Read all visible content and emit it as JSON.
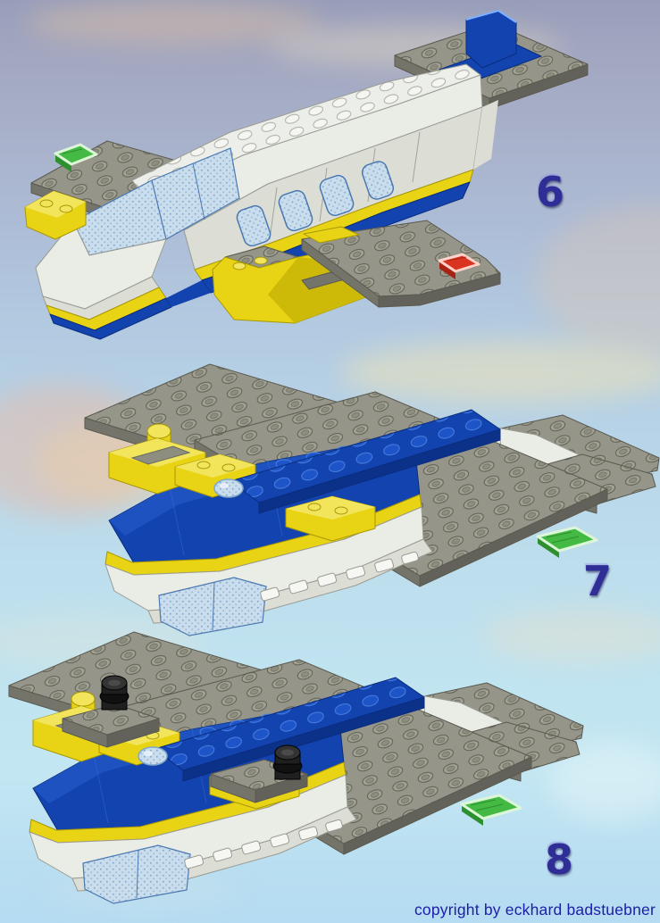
{
  "steps": [
    {
      "number": "6",
      "alt": "lego-seaplane-step-6"
    },
    {
      "number": "7",
      "alt": "lego-seaplane-step-7"
    },
    {
      "number": "8",
      "alt": "lego-seaplane-step-8"
    }
  ],
  "footer": {
    "copyright": "copyright by eckhard badstuebner"
  },
  "colors": {
    "sky-top": "#9aa0bd",
    "sky-mid": "#aecbdf",
    "sky-bottom": "#bfe3f2",
    "lego-blue": "#1243ae",
    "lego-blue-dark": "#0a2d80",
    "lego-blue-light": "#2f66d6",
    "lego-yellow": "#e8d415",
    "lego-yellow-dark": "#b8a500",
    "lego-gray": "#95958a",
    "lego-gray-dark": "#6f6f62",
    "lego-white": "#eaece6",
    "trans-window-blue": "#c9dcec",
    "trans-green": "#44b944",
    "trans-red": "#d93420",
    "black-piece": "#1f1f1f",
    "number-color": "#2e2e96",
    "copyright-color": "#1d1daa"
  }
}
